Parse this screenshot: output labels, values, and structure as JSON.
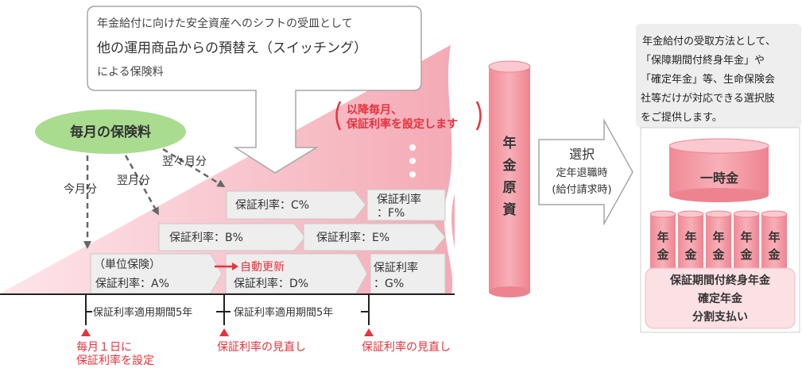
{
  "callout": {
    "line1": "年金給付に向けた安全資産へのシフトの受皿として",
    "line2": "他の運用商品からの預替え（スイッチング）",
    "line3": "による保険料"
  },
  "monthly_premium": "毎月の保険料",
  "arrow_labels": {
    "this_month": "今月分",
    "next_month": "翌月分",
    "month_after": "翌々月分"
  },
  "every_month": {
    "line1": "以降毎月、",
    "line2": "保証利率を設定します"
  },
  "boxes": {
    "a_title": "（単位保険）",
    "a": "保証利率：A%",
    "b": "保証利率：B%",
    "c": "保証利率：C%",
    "d": "保証利率：D%",
    "e": "保証利率：E%",
    "f1": "保証利率",
    "f2": "：F%",
    "g1": "保証利率",
    "g2": "：G%"
  },
  "auto_renew": "自動更新",
  "period_label": "保証利率適用期間5年",
  "markers": {
    "m1_line1": "毎月１日に",
    "m1_line2": "保証利率を設定",
    "m2": "保証利率の見直し",
    "m3": "保証利率の見直し"
  },
  "pension_fund": [
    "年",
    "金",
    "原",
    "資"
  ],
  "selection": {
    "title": "選択",
    "line1": "定年退職時",
    "line2": "(給付請求時)"
  },
  "right_note": {
    "line1": "年金給付の受取方法として、",
    "line2": "「保障期間付終身年金」や",
    "line3": "「確定年金」等、生命保険会",
    "line4": "社等だけが対応できる選択肢",
    "line5": "をご提供します。"
  },
  "lump_sum": "一時金",
  "small_pension": [
    "年",
    "金"
  ],
  "payout_types": {
    "line1": "保証期間付終身年金",
    "line2": "確定年金",
    "line3": "分割支払い"
  },
  "colors": {
    "pink": "#f4b3bc",
    "pink_light": "#fbe0e4",
    "red": "#e8323c",
    "green": "#a9dc8f",
    "gray_box": "#eeeeee"
  }
}
